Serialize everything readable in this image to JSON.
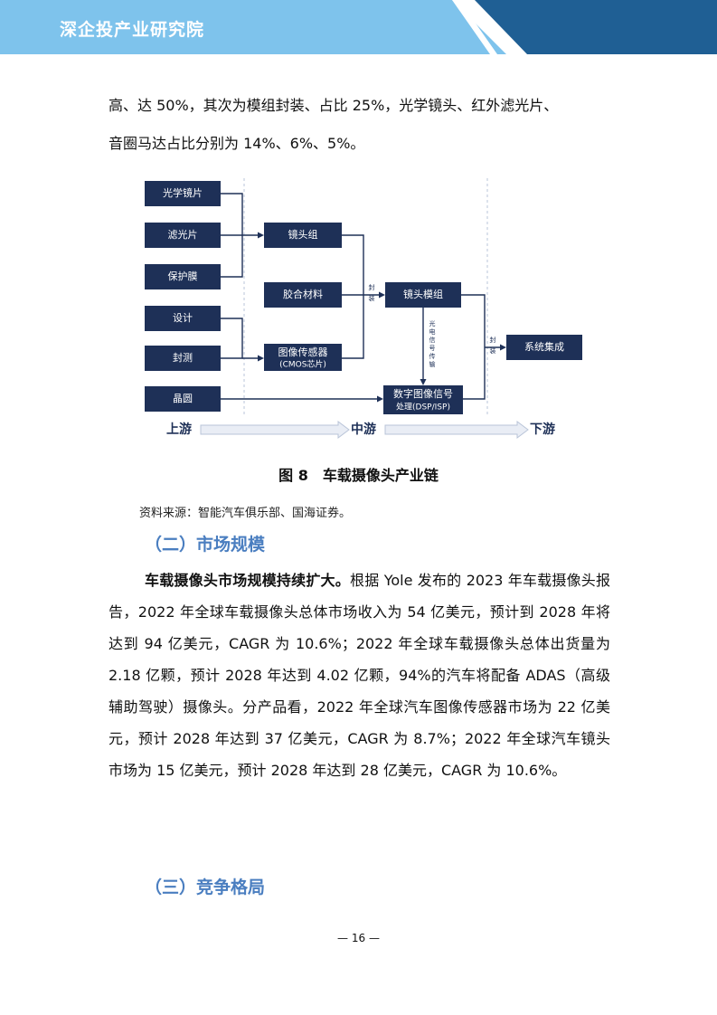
{
  "header": {
    "org": "深企投产业研究院"
  },
  "intro": {
    "line1": "高、达 50%，其次为模组封装、占比 25%，光学镜头、红外滤光片、",
    "line2": "音圈马达占比分别为 14%、6%、5%。"
  },
  "diagram": {
    "upstream_boxes": [
      "光学镜片",
      "滤光片",
      "保护膜",
      "设计",
      "封测",
      "晶圆"
    ],
    "mid_boxes": [
      "镜头组",
      "胶合材料"
    ],
    "sensor_box": {
      "line1": "图像传感器",
      "line2": "(CMOS芯片)"
    },
    "module_box": "镜头模组",
    "dsp_box": {
      "line1": "数字图像信号",
      "line2": "处理(DSP/ISP)"
    },
    "system_box": "系统集成",
    "pack_label_1": [
      "封",
      "装"
    ],
    "pack_label_2": [
      "封",
      "装"
    ],
    "signal_label": [
      "光",
      "电",
      "信",
      "号",
      "传",
      "输"
    ],
    "stages": [
      "上游",
      "中游",
      "下游"
    ]
  },
  "figure": {
    "caption": "图 8　车载摄像头产业链"
  },
  "source": "资料来源：智能汽车俱乐部、国海证券。",
  "section2": {
    "heading": "（二）市场规模",
    "lead": "车载摄像头市场规模持续扩大。",
    "text": "根据 Yole 发布的 2023 年车载摄像头报告，2022 年全球车载摄像头总体市场收入为 54 亿美元，预计到 2028 年将达到 94 亿美元，CAGR 为 10.6%；2022 年全球车载摄像头总体出货量为 2.18 亿颗，预计 2028 年达到 4.02 亿颗，94%的汽车将配备 ADAS（高级辅助驾驶）摄像头。分产品看，2022 年全球汽车图像传感器市场为 22 亿美元，预计 2028 年达到 37 亿美元，CAGR 为 8.7%；2022 年全球汽车镜头市场为 15 亿美元，预计 2028 年达到 28 亿美元，CAGR 为 10.6%。"
  },
  "section3": {
    "heading": "（三）竞争格局"
  },
  "page": {
    "number": "— 16 —"
  },
  "colors": {
    "banner_light": "#7ec3ec",
    "banner_dark": "#1f5f94",
    "heading": "#4a7ec0",
    "box": "#1e3057"
  }
}
